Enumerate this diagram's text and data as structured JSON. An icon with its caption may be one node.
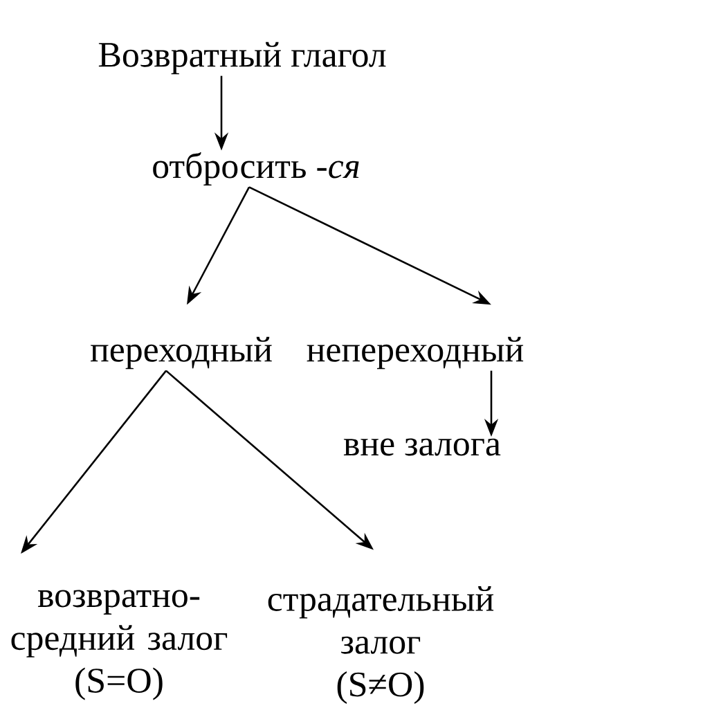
{
  "diagram": {
    "nodes": [
      {
        "text": [
          "Возвратный глагол"
        ]
      },
      {
        "text": [
          "отбросить *-ся*"
        ]
      },
      {
        "text": [
          "переходный"
        ]
      },
      {
        "text": [
          "непереходный"
        ]
      },
      {
        "text": [
          "вне залога"
        ]
      },
      {
        "text": [
          "возвратно- средний залог",
          "(S=O)"
        ]
      },
      {
        "text": [
          "страдательный залог",
          "(S≠O)"
        ]
      }
    ],
    "edges": [
      {
        "from": 0,
        "to": 1,
        "arrow": "to"
      },
      {
        "from": 1,
        "to": 2,
        "arrow": "to"
      },
      {
        "from": 1,
        "to": 3,
        "arrow": "to"
      },
      {
        "from": 3,
        "to": 4,
        "arrow": "to"
      },
      {
        "from": 2,
        "to": 5,
        "arrow": "to"
      },
      {
        "from": 2,
        "to": 6,
        "arrow": "to"
      }
    ]
  }
}
